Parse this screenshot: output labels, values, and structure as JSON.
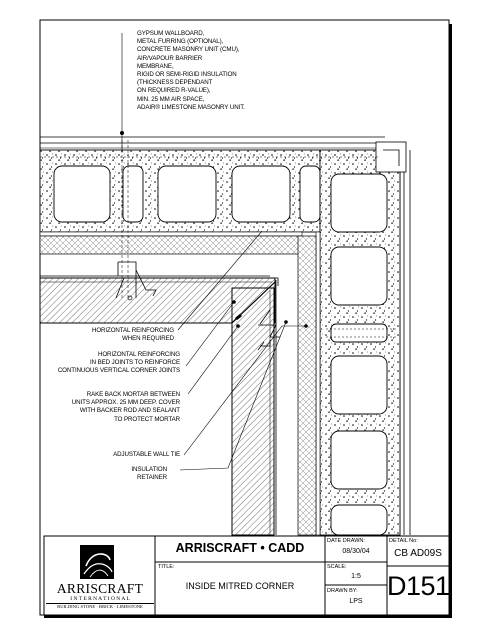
{
  "material_callout": [
    "GYPSUM WALLBOARD,",
    "METAL FURRING (OPTIONAL),",
    "CONCRETE MASONRY UNIT (CMU),",
    "AIR/VAPOUR BARRIER",
    "MEMBRANE,",
    "RIGID OR SEMI-RIGID INSULATION",
    "(THICKNESS DEPENDANT",
    "ON REQUIRED R-VALUE),",
    "MIN. 25 MM AIR SPACE,",
    "ADAIR® LIMESTONE MASONRY UNIT."
  ],
  "notes": {
    "horizontal_reinforcing_1": [
      "HORIZONTAL REINFORCING",
      "WHEN REQUIRED"
    ],
    "horizontal_reinforcing_2": [
      "HORIZONTAL REINFORCING",
      "IN BED JOINTS TO REINFORCE",
      "CONTINUOUS VERTICAL CORNER JOINTS"
    ],
    "rake_back": [
      "RAKE BACK MORTAR BETWEEN",
      "UNITS APPROX. 25 MM DEEP.  COVER",
      "WITH BACKER ROD AND SEALANT",
      "TO PROTECT MORTAR"
    ],
    "wall_tie": [
      "ADJUSTABLE WALL TIE"
    ],
    "insulation_retainer": [
      "INSULATION",
      "RETAINER"
    ]
  },
  "title_block": {
    "company_title": "ARRISCRAFT • CADD",
    "logo_name": "ARRISCRAFT",
    "logo_sub": "I N T E R N A T I O N A L",
    "logo_tag": "BUILDING STONE · BRICK · LIMESTONE",
    "title_label": "TITLE:",
    "title_value": "INSIDE MITRED CORNER",
    "date_label": "DATE DRAWN:",
    "date_value": "08/30/04",
    "scale_label": "SCALE:",
    "scale_value": "1:5",
    "drawn_label": "DRAWN BY:",
    "drawn_value": "LPS",
    "detail_label": "DETAIL No:",
    "detail_code": "CB AD09S",
    "detail_number": "D151"
  }
}
